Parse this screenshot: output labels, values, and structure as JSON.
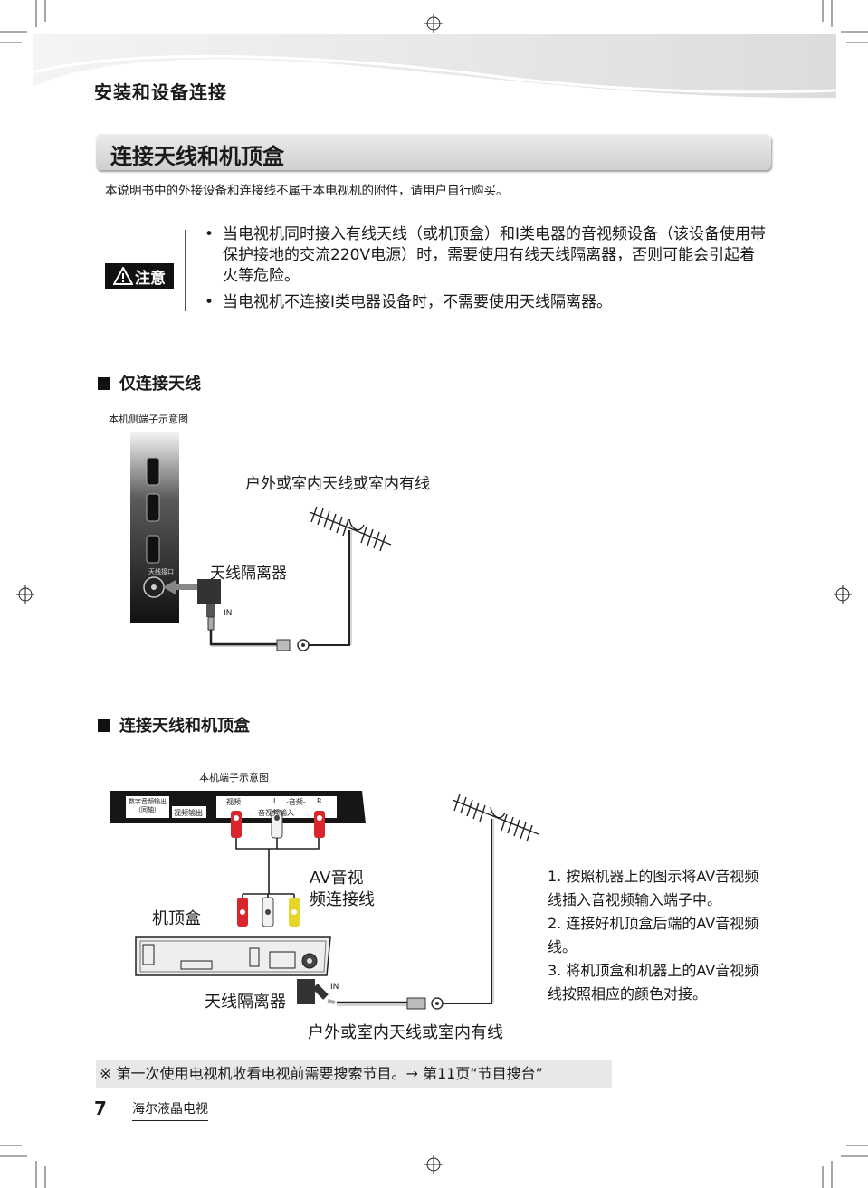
{
  "header": {
    "section": "安装和设备连接"
  },
  "title": "连接天线和机顶盒",
  "intro": "本说明书中的外接设备和连接线不属于本电视机的附件，请用户自行购买。",
  "caution": {
    "badge": "注意",
    "notes": [
      "当电视机同时接入有线天线（或机顶盒）和I类电器的音视频设备（该设备使用带保护接地的交流220V电源）时，需要使用有线天线隔离器，否则可能会引起着火等危险。",
      "当电视机不连接I类电器设备时，不需要使用天线隔离器。"
    ]
  },
  "section1": {
    "heading": "仅连接天线",
    "diagram_caption": "本机侧端子示意图",
    "port_label": "天线接口",
    "antenna_label": "户外或室内天线或室内有线",
    "isolator_label": "天线隔离器",
    "in_label": "IN"
  },
  "section2": {
    "heading": "连接天线和机顶盒",
    "diagram_caption": "本机端子示意图",
    "panel": {
      "digital_audio": "数字音频输出\n（同轴）",
      "video_out": "视频输出",
      "video": "视频",
      "l": "L",
      "audio": "-音频-",
      "r": "R",
      "av_in": "音视频输入"
    },
    "av_cable_label_1": "AV音视",
    "av_cable_label_2": "频连接线",
    "stb_label": "机顶盒",
    "isolator_label": "天线隔离器",
    "in_label": "IN",
    "antenna_label": "户外或室内天线或室内有线",
    "steps": [
      "1. 按照机器上的图示将AV音视频线插入音视频输入端子中。",
      "2. 连接好机顶盒后端的AV音视频线。",
      "3. 将机顶盒和机器上的AV音视频线按照相应的颜色对接。"
    ]
  },
  "footnote": "※ 第一次使用电视机收看电视前需要搜索节目。→ 第11页“节目搜台”",
  "footer": {
    "page": "7",
    "brand": "海尔液晶电视"
  },
  "colors": {
    "red": "#d8262c",
    "yellow": "#e6d52a",
    "white": "#f2f2f2",
    "panel": "#161616"
  }
}
